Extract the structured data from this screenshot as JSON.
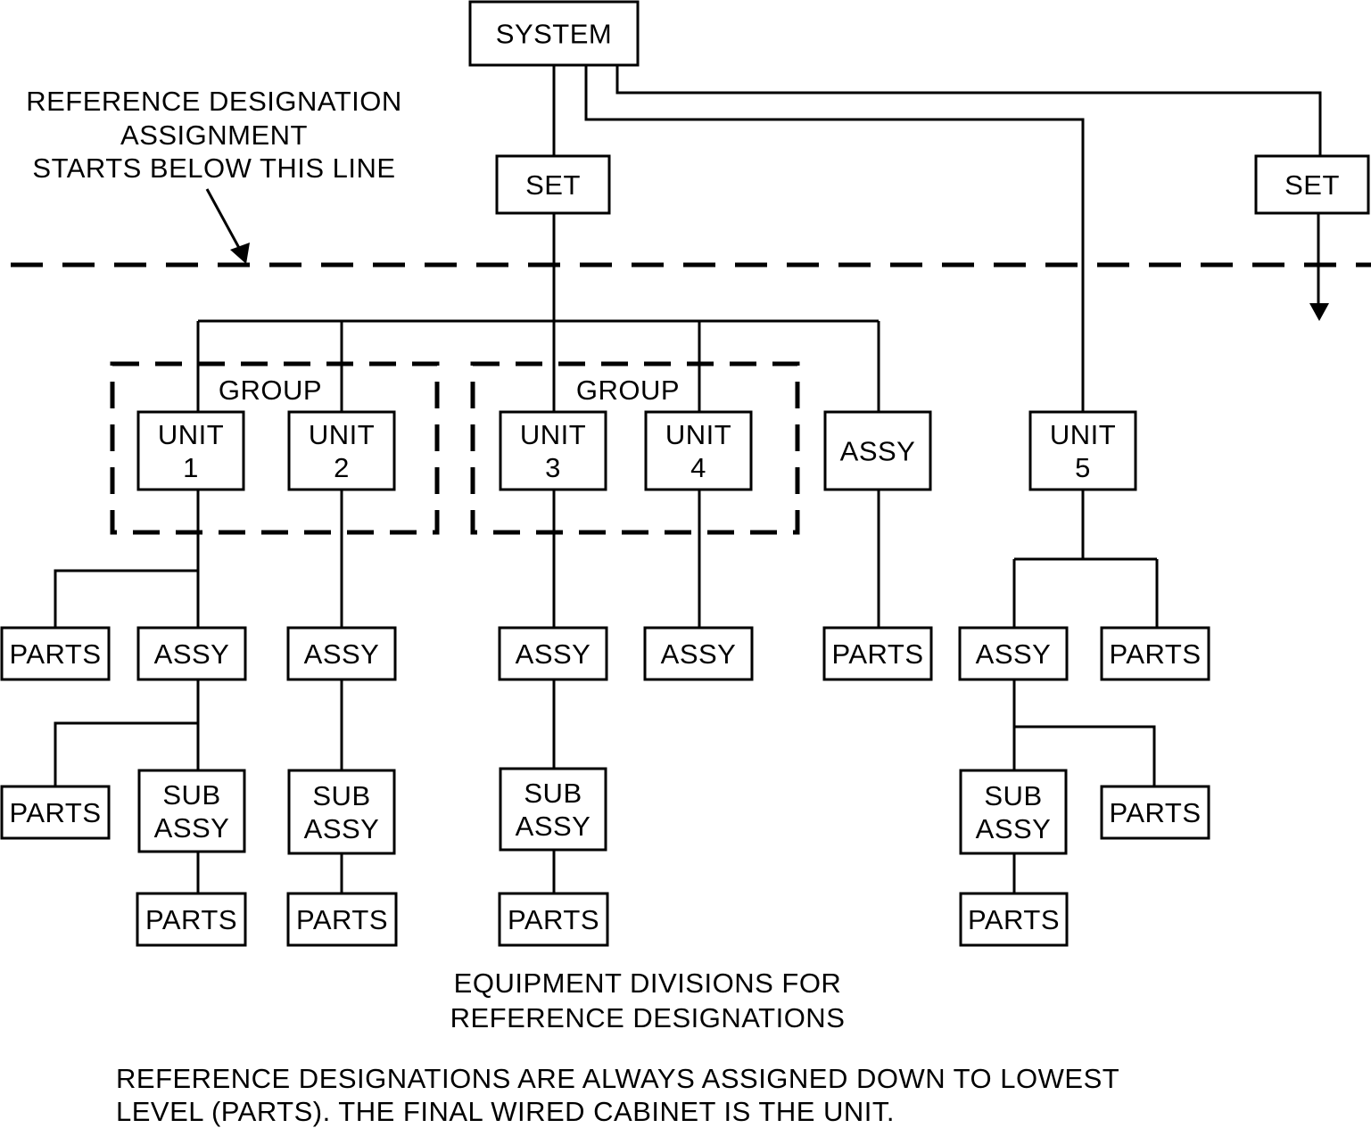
{
  "nodes": {
    "system": [
      "SYSTEM"
    ],
    "set_left": [
      "SET"
    ],
    "set_right": [
      "SET"
    ],
    "unit1": [
      "UNIT",
      "1"
    ],
    "unit2": [
      "UNIT",
      "2"
    ],
    "unit3": [
      "UNIT",
      "3"
    ],
    "unit4": [
      "UNIT",
      "4"
    ],
    "unit5": [
      "UNIT",
      "5"
    ],
    "assy_top": [
      "ASSY"
    ],
    "parts_u1": [
      "PARTS"
    ],
    "assy_u1": [
      "ASSY"
    ],
    "assy_u2": [
      "ASSY"
    ],
    "assy_u3": [
      "ASSY"
    ],
    "assy_u4": [
      "ASSY"
    ],
    "parts_assy": [
      "PARTS"
    ],
    "assy_u5": [
      "ASSY"
    ],
    "parts_u5": [
      "PARTS"
    ],
    "parts_a1": [
      "PARTS"
    ],
    "subassy_1": [
      "SUB",
      "ASSY"
    ],
    "subassy_2": [
      "SUB",
      "ASSY"
    ],
    "subassy_3": [
      "SUB",
      "ASSY"
    ],
    "subassy_5": [
      "SUB",
      "ASSY"
    ],
    "parts_a5": [
      "PARTS"
    ],
    "parts_s1": [
      "PARTS"
    ],
    "parts_s2": [
      "PARTS"
    ],
    "parts_s3": [
      "PARTS"
    ],
    "parts_s5": [
      "PARTS"
    ]
  },
  "groups": {
    "group1": "GROUP",
    "group2": "GROUP"
  },
  "annotation": {
    "line1": "REFERENCE DESIGNATION",
    "line2": "ASSIGNMENT",
    "line3": "STARTS BELOW THIS LINE"
  },
  "caption": {
    "line1": "EQUIPMENT DIVISIONS FOR",
    "line2": "REFERENCE DESIGNATIONS"
  },
  "note": {
    "line1": "REFERENCE DESIGNATIONS ARE ALWAYS ASSIGNED DOWN TO LOWEST",
    "line2": "LEVEL (PARTS). THE FINAL WIRED CABINET IS THE UNIT."
  }
}
